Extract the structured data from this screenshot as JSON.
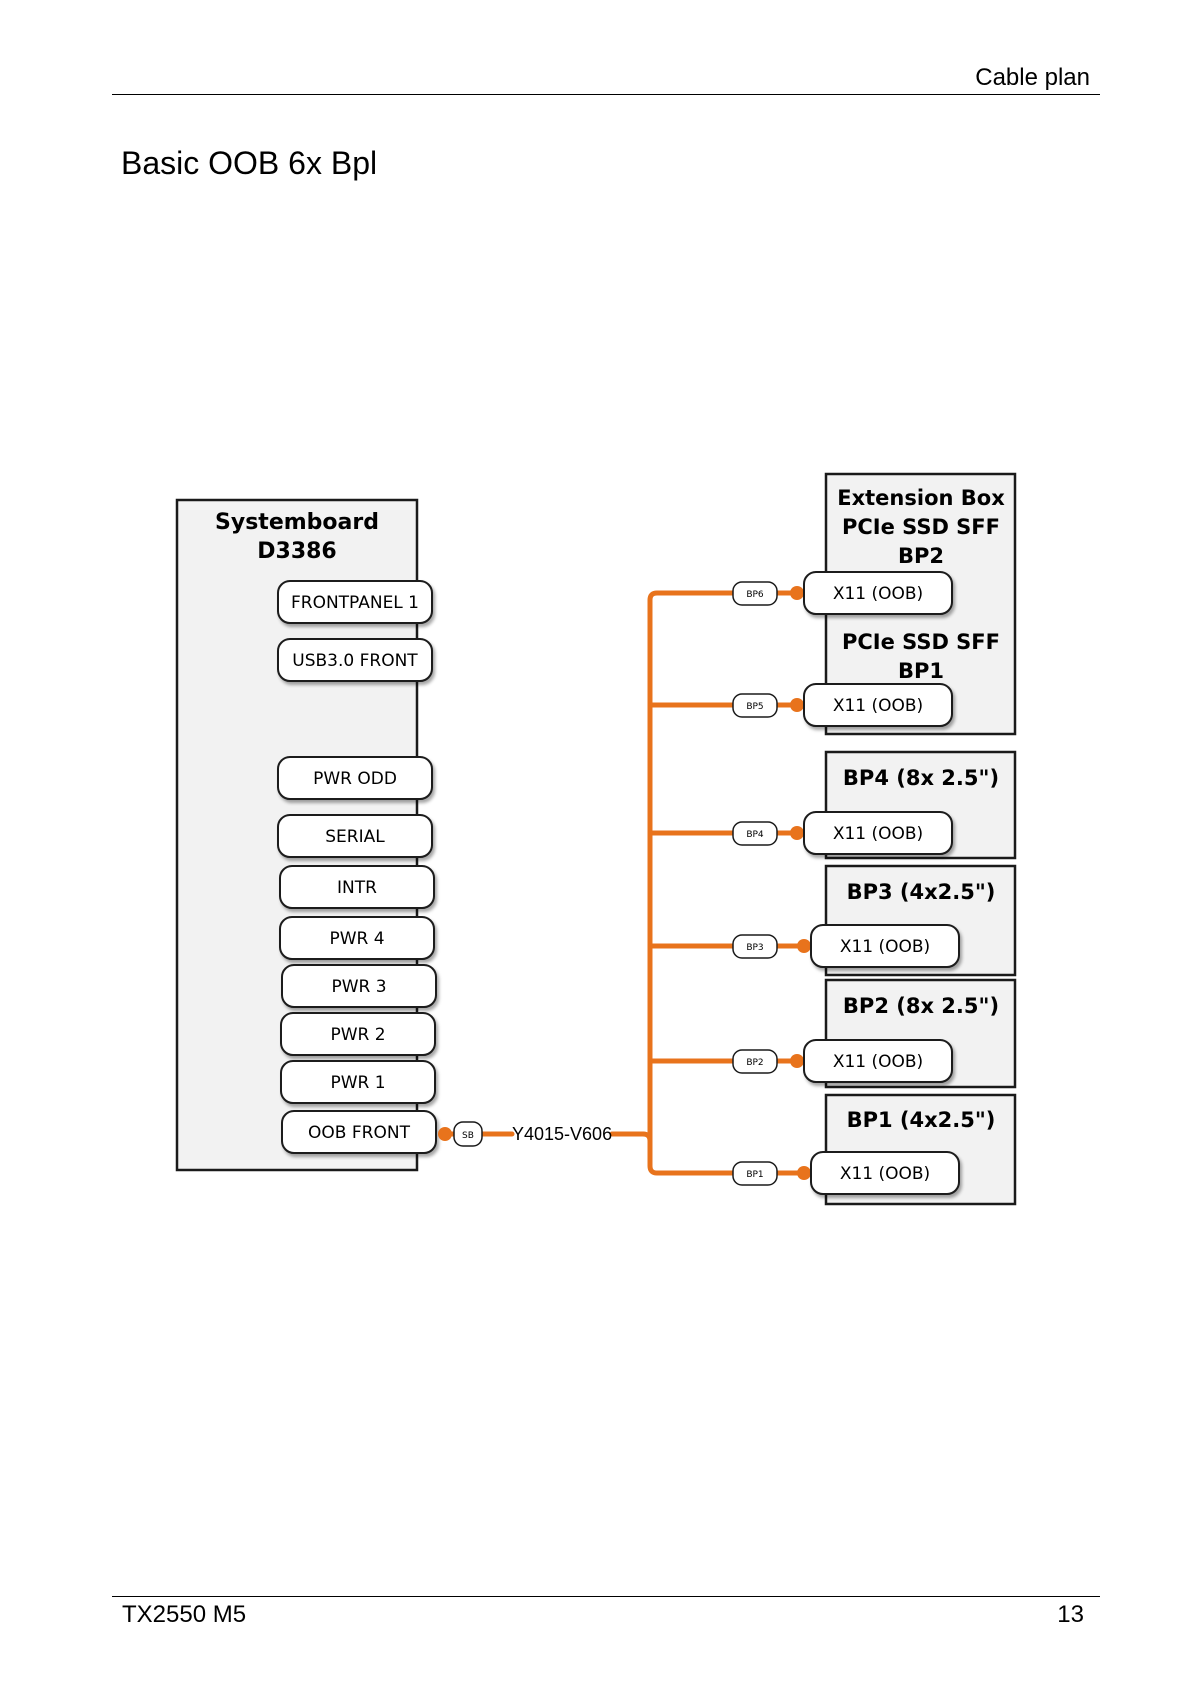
{
  "header": {
    "section": "Cable plan"
  },
  "title": "Basic OOB 6x Bpl",
  "footer": {
    "model": "TX2550 M5",
    "page_number": "13"
  },
  "diagram": {
    "systemboard": {
      "title_line1": "Systemboard",
      "title_line2": "D3386",
      "connectors": [
        "FRONTPANEL 1",
        "USB3.0 FRONT",
        "PWR ODD",
        "SERIAL",
        "INTR",
        "PWR 4",
        "PWR 3",
        "PWR 2",
        "PWR 1",
        "OOB FRONT"
      ]
    },
    "cable": {
      "source_tag": "SB",
      "label": "Y4015-V606",
      "color": "#e8731c"
    },
    "extension_box": {
      "title_lines": [
        "Extension Box",
        "PCIe SSD SFF",
        "BP2"
      ],
      "sub_title_lines": [
        "PCIe SSD SFF",
        "BP1"
      ]
    },
    "backplanes": [
      {
        "title": "BP4 (8x 2.5\")"
      },
      {
        "title": "BP3 (4x2.5\")"
      },
      {
        "title": "BP2 (8x 2.5\")"
      },
      {
        "title": "BP1 (4x2.5\")"
      }
    ],
    "ports": [
      {
        "tag": "BP6",
        "connector": "X11 (OOB)"
      },
      {
        "tag": "BP5",
        "connector": "X11 (OOB)"
      },
      {
        "tag": "BP4",
        "connector": "X11 (OOB)"
      },
      {
        "tag": "BP3",
        "connector": "X11 (OOB)"
      },
      {
        "tag": "BP2",
        "connector": "X11 (OOB)"
      },
      {
        "tag": "BP1",
        "connector": "X11 (OOB)"
      }
    ]
  }
}
